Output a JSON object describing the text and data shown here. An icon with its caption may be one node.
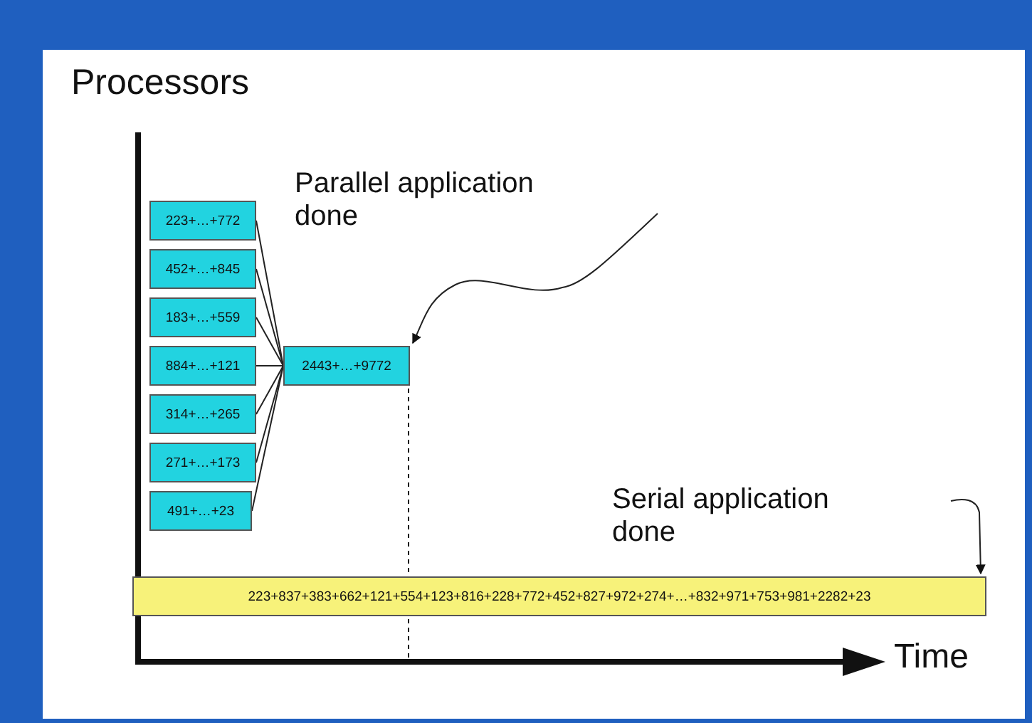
{
  "diagram": {
    "nodes": [
      {
        "text": [
          "223+…+772"
        ]
      },
      {
        "text": [
          "452+…+845"
        ]
      },
      {
        "text": [
          "183+…+559"
        ]
      },
      {
        "text": [
          "884+…+121"
        ]
      },
      {
        "text": [
          "314+…+265"
        ]
      },
      {
        "text": [
          "271+…+173"
        ]
      },
      {
        "text": [
          "491+…+23"
        ]
      },
      {
        "text": [
          "2443+…+9772"
        ]
      },
      {
        "text": [
          "223+837+383+662+121+554+123+816+228+772+452+827+972+274+…+832+971+753+981+2282+23"
        ]
      }
    ],
    "edges": [
      {
        "from": 0,
        "to": 7,
        "arrow": "none"
      },
      {
        "from": 1,
        "to": 7,
        "arrow": "none"
      },
      {
        "from": 2,
        "to": 7,
        "arrow": "none"
      },
      {
        "from": 3,
        "to": 7,
        "arrow": "none"
      },
      {
        "from": 4,
        "to": 7,
        "arrow": "none"
      },
      {
        "from": 5,
        "to": 7,
        "arrow": "none"
      },
      {
        "from": 6,
        "to": 7,
        "arrow": "none"
      },
      {
        "from": null,
        "to": 7,
        "arrow": "to"
      },
      {
        "from": null,
        "to": 8,
        "arrow": "to"
      }
    ],
    "labels": [
      "Processors",
      "Parallel application done",
      "Serial application done",
      "Time"
    ]
  }
}
